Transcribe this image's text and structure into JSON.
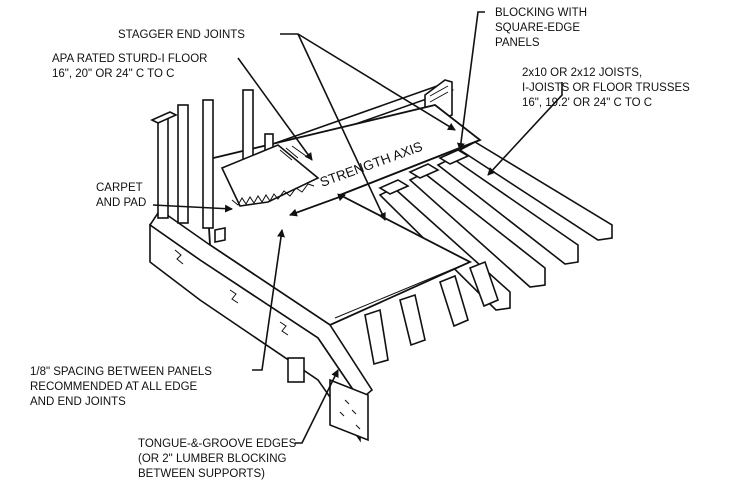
{
  "labels": {
    "stagger": "STAGGER END JOINTS",
    "floor_1": "APA RATED STURD-I FLOOR",
    "floor_2": "16\", 20\" OR 24\" C TO C",
    "blocking_1": "BLOCKING WITH",
    "blocking_2": "SQUARE-EDGE",
    "blocking_3": "PANELS",
    "joists_1": "2x10 OR 2x12 JOISTS,",
    "joists_2": "I-JOISTS OR FLOOR TRUSSES",
    "joists_3": "16\", 19.2' OR 24\" C TO C",
    "carpet_1": "CARPET",
    "carpet_2": "AND PAD",
    "strength_axis": "STRENGTH AXIS",
    "spacing_1": "1/8\" SPACING BETWEEN PANELS",
    "spacing_2": "RECOMMENDED AT ALL EDGE",
    "spacing_3": "AND END JOINTS",
    "tongue_1": "TONGUE-&-GROOVE EDGES",
    "tongue_2": "(OR 2\" LUMBER BLOCKING",
    "tongue_3": "BETWEEN SUPPORTS)"
  },
  "colors": {
    "ink": "#111111",
    "paper": "#ffffff"
  }
}
